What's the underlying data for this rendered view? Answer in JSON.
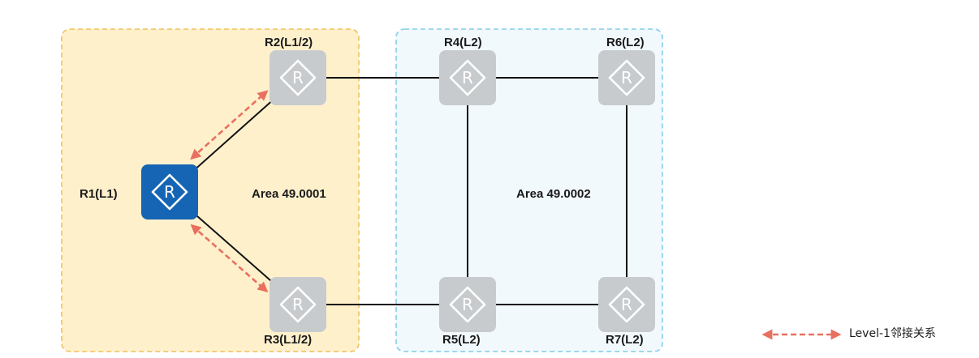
{
  "areas": [
    {
      "id": "area1",
      "label": "Area 49.0001",
      "fill": "#fff0cc",
      "stroke": "#f3c66b"
    },
    {
      "id": "area2",
      "label": "Area 49.0002",
      "fill": "#f2f9fd",
      "stroke": "#8fd3ea"
    }
  ],
  "routers": [
    {
      "id": "r1",
      "label": "R1(L1)",
      "color": "#1565b4"
    },
    {
      "id": "r2",
      "label": "R2(L1/2)",
      "color": "#c8cbce"
    },
    {
      "id": "r3",
      "label": "R3(L1/2)",
      "color": "#c8cbce"
    },
    {
      "id": "r4",
      "label": "R4(L2)",
      "color": "#c8cbce"
    },
    {
      "id": "r5",
      "label": "R5(L2)",
      "color": "#c8cbce"
    },
    {
      "id": "r6",
      "label": "R6(L2)",
      "color": "#c8cbce"
    },
    {
      "id": "r7",
      "label": "R7(L2)",
      "color": "#c8cbce"
    }
  ],
  "links": [
    {
      "from": "r1",
      "to": "r2"
    },
    {
      "from": "r1",
      "to": "r3"
    },
    {
      "from": "r2",
      "to": "r4"
    },
    {
      "from": "r3",
      "to": "r5"
    },
    {
      "from": "r4",
      "to": "r6"
    },
    {
      "from": "r5",
      "to": "r7"
    },
    {
      "from": "r4",
      "to": "r5"
    },
    {
      "from": "r6",
      "to": "r7"
    }
  ],
  "adjacencies": [
    {
      "from": "r1",
      "to": "r2",
      "type": "level-1"
    },
    {
      "from": "r1",
      "to": "r3",
      "type": "level-1"
    }
  ],
  "router_glyph": "R",
  "legend": {
    "label": "Level-1邻接关系",
    "color": "#e8705f"
  }
}
